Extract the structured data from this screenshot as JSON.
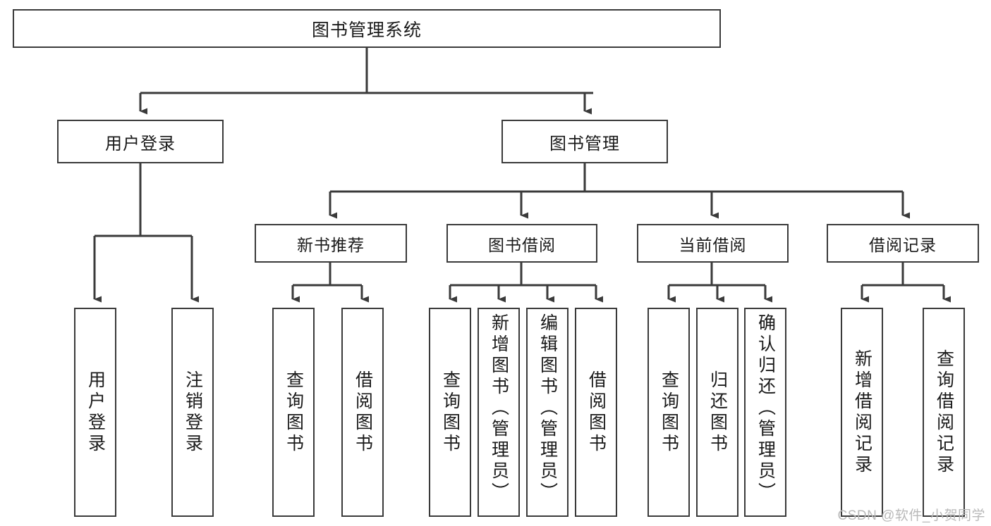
{
  "diagram": {
    "type": "tree",
    "title": "图书管理系统",
    "orientation": "top-down",
    "edge_color": "#3a3a3a",
    "box_border_color": "#3a3a3a",
    "box_fill_color": "#ffffff",
    "text_color": "#1a1a1a"
  },
  "nodes": {
    "root": {
      "label": "图书管理系统"
    },
    "level2": [
      {
        "label": "用户登录"
      },
      {
        "label": "图书管理"
      }
    ],
    "level3": [
      {
        "label": "新书推荐"
      },
      {
        "label": "图书借阅"
      },
      {
        "label": "当前借阅"
      },
      {
        "label": "借阅记录"
      }
    ],
    "leaves": {
      "user_login": [
        {
          "label": "用户登录"
        },
        {
          "label": "注销登录"
        }
      ],
      "new_book_recommend": [
        {
          "label": "查询图书"
        },
        {
          "label": "借阅图书"
        }
      ],
      "book_borrow": [
        {
          "label": "查询图书"
        },
        {
          "label": "新增图书（管理员）"
        },
        {
          "label": "编辑图书（管理员）"
        },
        {
          "label": "借阅图书"
        }
      ],
      "current_borrow": [
        {
          "label": "查询图书"
        },
        {
          "label": "归还图书"
        },
        {
          "label": "确认归还（管理员）"
        }
      ],
      "borrow_record": [
        {
          "label": "新增借阅记录"
        },
        {
          "label": "查询借阅记录"
        }
      ]
    }
  },
  "watermark": {
    "text": "CSDN @软件_小贺同学"
  }
}
